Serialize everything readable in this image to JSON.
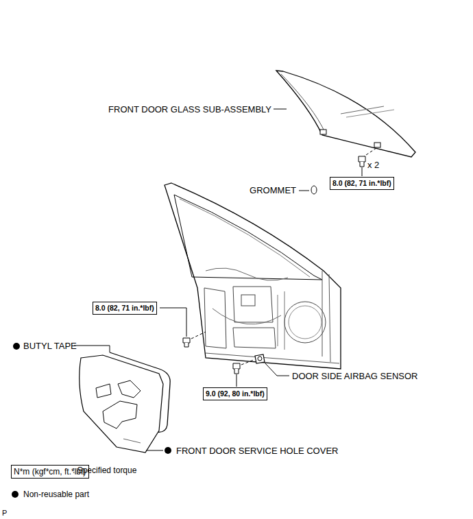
{
  "diagram": {
    "nodes": [
      {
        "text": [
          "8.0 (82, 71 in.*lbf)"
        ]
      },
      {
        "text": [
          "8.0 (82, 71 in.*lbf)"
        ]
      },
      {
        "text": [
          "9.0 (92, 80 in.*lbf)"
        ]
      },
      {
        "text": [
          "N*m (kgf*cm, ft.*lbf)"
        ]
      }
    ],
    "labels": [
      "FRONT DOOR GLASS SUB-ASSEMBLY",
      "x 2",
      "GROMMET",
      "BUTYL TAPE",
      "DOOR SIDE AIRBAG SENSOR",
      "FRONT DOOR SERVICE HOLE COVER",
      "P"
    ],
    "legend": [
      {
        "text": ": Specified torque"
      },
      {
        "text": "Non-reusable part"
      }
    ]
  }
}
